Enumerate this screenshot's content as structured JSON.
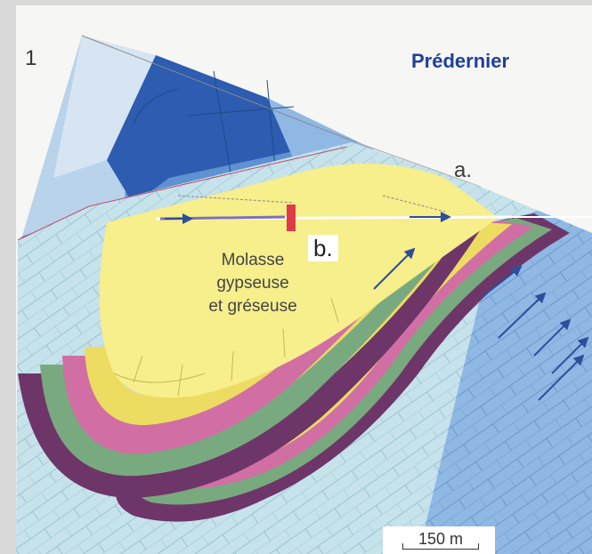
{
  "panel": {
    "number": "1",
    "title": "Prédernier"
  },
  "labels": {
    "a": "a.",
    "b": "b."
  },
  "unit_label": {
    "line1": "Molasse",
    "line2": "gypseuse",
    "line3": "et gréseuse"
  },
  "scale": {
    "label": "150 m"
  },
  "colors": {
    "background": "#d9d9d9",
    "title": "#1f3f9a",
    "molasse": "#f7ee8c",
    "yellow_band": "#ecdc62",
    "pink_band": "#d16fa4",
    "green_band": "#79a97f",
    "purple_band": "#6e3569",
    "limestone": "#c6e2ea",
    "pale_blue": "#b8d3ea",
    "mid_blue": "#5f92d2",
    "dark_blue": "#2d5cb0",
    "marker": "#e03a4a"
  }
}
